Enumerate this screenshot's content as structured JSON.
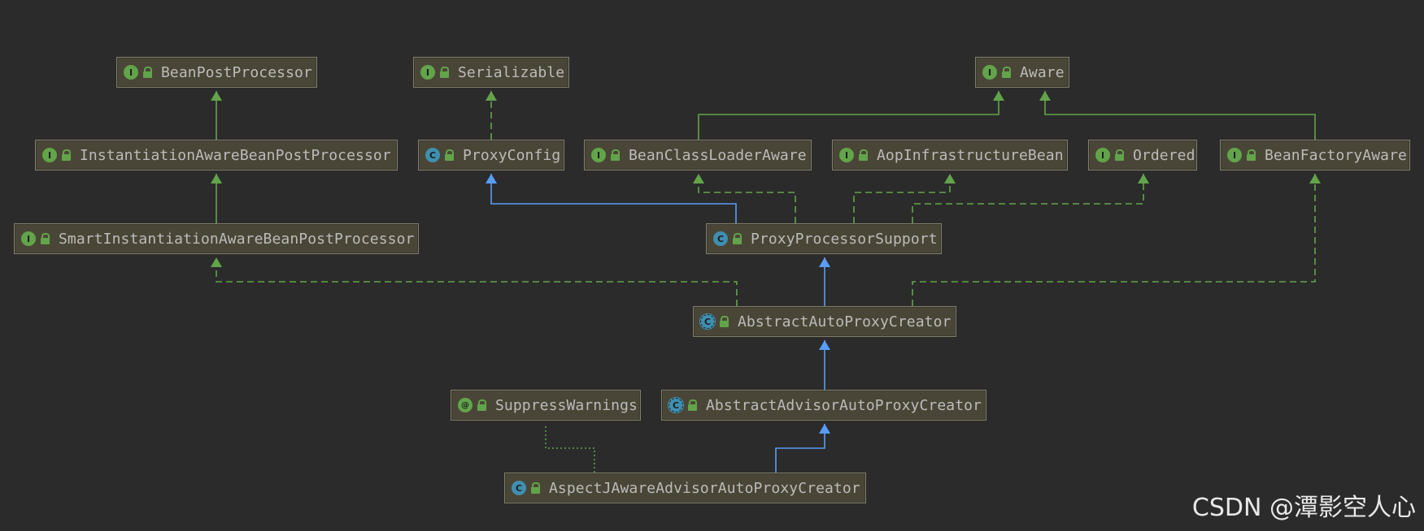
{
  "nodes": {
    "beanpostprocessor": {
      "kind": "I",
      "label": "BeanPostProcessor"
    },
    "serializable": {
      "kind": "I",
      "label": "Serializable"
    },
    "aware": {
      "kind": "I",
      "label": "Aware"
    },
    "instantiationawarebeanpostprocessor": {
      "kind": "I",
      "label": "InstantiationAwareBeanPostProcessor"
    },
    "proxyconfig": {
      "kind": "C",
      "label": "ProxyConfig"
    },
    "beanclassloaderaware": {
      "kind": "I",
      "label": "BeanClassLoaderAware"
    },
    "aopinfrastructurebean": {
      "kind": "I",
      "label": "AopInfrastructureBean"
    },
    "ordered": {
      "kind": "I",
      "label": "Ordered"
    },
    "beanfactoryaware": {
      "kind": "I",
      "label": "BeanFactoryAware"
    },
    "smartinstantiationawarebeanpostprocessor": {
      "kind": "I",
      "label": "SmartInstantiationAwareBeanPostProcessor"
    },
    "proxyprocessorsupport": {
      "kind": "C",
      "label": "ProxyProcessorSupport"
    },
    "abstractautoproxycreator": {
      "kind": "AC",
      "label": "AbstractAutoProxyCreator"
    },
    "suppresswarnings": {
      "kind": "AN",
      "label": "SuppressWarnings"
    },
    "abstractadvisorautoproxycreator": {
      "kind": "AC",
      "label": "AbstractAdvisorAutoProxyCreator"
    },
    "aspectjawareadvisorautoproxycreator": {
      "kind": "C",
      "label": "AspectJAwareAdvisorAutoProxyCreator"
    }
  },
  "badge_letters": {
    "I": "I",
    "C": "C",
    "AC": "C",
    "AN": "@"
  },
  "colors": {
    "background": "#2b2b2b",
    "node_fill": "#4a4637",
    "node_border": "#807e6c",
    "extends_edge": "#589df6",
    "implements_edge": "#62a44a",
    "annotation_edge": "#62a44a",
    "interface_badge": "#62a44a",
    "class_badge": "#3f8fb0"
  },
  "edges": [
    {
      "from": "instantiationawarebeanpostprocessor",
      "to": "beanpostprocessor",
      "type": "extends-interface"
    },
    {
      "from": "smartinstantiationawarebeanpostprocessor",
      "to": "instantiationawarebeanpostprocessor",
      "type": "extends-interface"
    },
    {
      "from": "proxyconfig",
      "to": "serializable",
      "type": "implements"
    },
    {
      "from": "beanclassloaderaware",
      "to": "aware",
      "type": "extends-interface"
    },
    {
      "from": "beanfactoryaware",
      "to": "aware",
      "type": "extends-interface"
    },
    {
      "from": "proxyprocessorsupport",
      "to": "proxyconfig",
      "type": "extends"
    },
    {
      "from": "proxyprocessorsupport",
      "to": "beanclassloaderaware",
      "type": "implements"
    },
    {
      "from": "proxyprocessorsupport",
      "to": "aopinfrastructurebean",
      "type": "implements"
    },
    {
      "from": "proxyprocessorsupport",
      "to": "ordered",
      "type": "implements"
    },
    {
      "from": "abstractautoproxycreator",
      "to": "proxyprocessorsupport",
      "type": "extends"
    },
    {
      "from": "abstractautoproxycreator",
      "to": "smartinstantiationawarebeanpostprocessor",
      "type": "implements"
    },
    {
      "from": "abstractautoproxycreator",
      "to": "beanfactoryaware",
      "type": "implements"
    },
    {
      "from": "abstractadvisorautoproxycreator",
      "to": "abstractautoproxycreator",
      "type": "extends"
    },
    {
      "from": "aspectjawareadvisorautoproxycreator",
      "to": "abstractadvisorautoproxycreator",
      "type": "extends"
    },
    {
      "from": "aspectjawareadvisorautoproxycreator",
      "to": "suppresswarnings",
      "type": "annotation"
    }
  ],
  "watermark": "CSDN @潭影空人心"
}
